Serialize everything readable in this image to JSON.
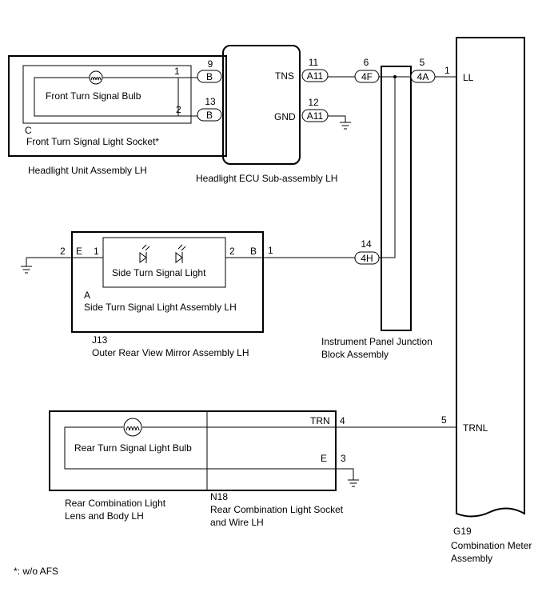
{
  "headlight_unit": {
    "socket_label": "Front Turn Signal Light Socket*",
    "socket_code": "C",
    "bulb_label": "Front Turn Signal Bulb",
    "pin1": "1",
    "pin2": "2",
    "assembly_label": "Headlight Unit Assembly LH"
  },
  "headlight_ecu": {
    "label": "Headlight ECU Sub-assembly LH",
    "conn_b_top_pin": "9",
    "conn_b_top": "B",
    "conn_b_bottom_pin": "13",
    "conn_b_bottom": "B",
    "tns": "TNS",
    "gnd": "GND",
    "tns_pin": "11",
    "tns_conn": "A11",
    "gnd_pin": "12",
    "gnd_conn": "A11"
  },
  "junction_block": {
    "label_line1": "Instrument Panel Junction",
    "label_line2": "Block Assembly",
    "pin_4f": "6",
    "conn_4f": "4F",
    "pin_4a": "5",
    "conn_4a": "4A",
    "pin_4h": "14",
    "conn_4h": "4H"
  },
  "mirror": {
    "light_label": "Side Turn Signal Light",
    "assembly_code": "A",
    "assembly_label": "Side Turn Signal Light Assembly LH",
    "mirror_code": "J13",
    "mirror_label": "Outer Rear View Mirror Assembly LH",
    "e_label": "E",
    "b_label": "B",
    "pin_e_outer": "2",
    "pin_e_inner": "1",
    "pin_b_inner": "2",
    "pin_b_outer": "1"
  },
  "rear": {
    "bulb_label": "Rear Turn Signal Light Bulb",
    "trn": "TRN",
    "e_label": "E",
    "pin_trn": "4",
    "pin_e": "3",
    "lens_label_line1": "Rear Combination Light",
    "lens_label_line2": "Lens and Body LH",
    "socket_code": "N18",
    "socket_label_line1": "Rear Combination Light Socket",
    "socket_label_line2": "and Wire LH"
  },
  "meter": {
    "ll": "LL",
    "trnl": "TRNL",
    "pin_ll": "1",
    "pin_trnl": "5",
    "code": "G19",
    "label_line1": "Combination Meter",
    "label_line2": "Assembly"
  },
  "footnote": "*: w/o AFS"
}
